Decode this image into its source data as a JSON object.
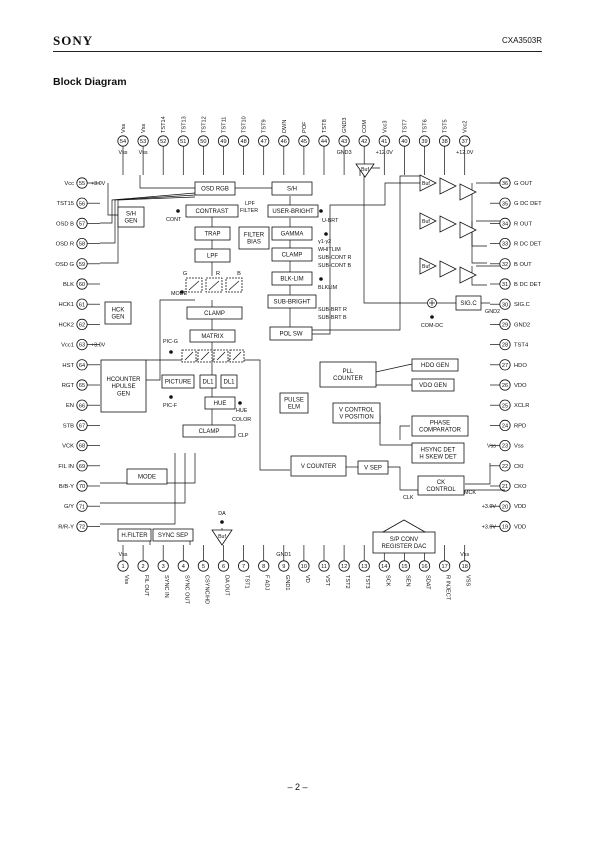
{
  "header": {
    "brand": "SONY",
    "part_number": "CXA3503R"
  },
  "page_title": "Block Diagram",
  "footer": {
    "page": "– 2 –"
  },
  "pins_top": [
    {
      "num": "54",
      "name": "Vss",
      "sub": "Vss"
    },
    {
      "num": "53",
      "name": "Vss",
      "sub": "Vss"
    },
    {
      "num": "52",
      "name": "TST14",
      "sub": ""
    },
    {
      "num": "51",
      "name": "TST13",
      "sub": ""
    },
    {
      "num": "50",
      "name": "TST12",
      "sub": ""
    },
    {
      "num": "49",
      "name": "TST11",
      "sub": ""
    },
    {
      "num": "48",
      "name": "TST10",
      "sub": ""
    },
    {
      "num": "47",
      "name": "TST9",
      "sub": ""
    },
    {
      "num": "46",
      "name": "DWN",
      "sub": ""
    },
    {
      "num": "45",
      "name": "POF",
      "sub": ""
    },
    {
      "num": "44",
      "name": "TST8",
      "sub": ""
    },
    {
      "num": "43",
      "name": "GND3",
      "sub": "GND3"
    },
    {
      "num": "42",
      "name": "COM",
      "sub": ""
    },
    {
      "num": "41",
      "name": "Vcc3",
      "sub": "+12.0V"
    },
    {
      "num": "40",
      "name": "TST7",
      "sub": ""
    },
    {
      "num": "39",
      "name": "TST6",
      "sub": ""
    },
    {
      "num": "38",
      "name": "TST5",
      "sub": ""
    },
    {
      "num": "37",
      "name": "Vcc2",
      "sub": "+12.0V"
    }
  ],
  "pins_left": [
    {
      "num": "55",
      "name": "Vcc",
      "extra": "+3.0V"
    },
    {
      "num": "56",
      "name": "TST15",
      "extra": ""
    },
    {
      "num": "57",
      "name": "OSD B",
      "extra": ""
    },
    {
      "num": "58",
      "name": "OSD R",
      "extra": ""
    },
    {
      "num": "59",
      "name": "OSD G",
      "extra": ""
    },
    {
      "num": "60",
      "name": "BLK",
      "extra": ""
    },
    {
      "num": "61",
      "name": "HCK1",
      "extra": ""
    },
    {
      "num": "62",
      "name": "HCK2",
      "extra": ""
    },
    {
      "num": "63",
      "name": "Vcc1",
      "extra": "+3.0V"
    },
    {
      "num": "64",
      "name": "HST",
      "extra": ""
    },
    {
      "num": "65",
      "name": "RGT",
      "extra": ""
    },
    {
      "num": "66",
      "name": "EN",
      "extra": ""
    },
    {
      "num": "67",
      "name": "STB",
      "extra": ""
    },
    {
      "num": "68",
      "name": "VCK",
      "extra": ""
    },
    {
      "num": "69",
      "name": "FIL IN",
      "extra": ""
    },
    {
      "num": "70",
      "name": "B/B-Y",
      "extra": ""
    },
    {
      "num": "71",
      "name": "G/Y",
      "extra": ""
    },
    {
      "num": "72",
      "name": "R/R-Y",
      "extra": ""
    }
  ],
  "pins_right": [
    {
      "num": "36",
      "name": "G OUT",
      "extra": ""
    },
    {
      "num": "35",
      "name": "G DC DET",
      "extra": ""
    },
    {
      "num": "34",
      "name": "R OUT",
      "extra": ""
    },
    {
      "num": "33",
      "name": "R DC DET",
      "extra": ""
    },
    {
      "num": "32",
      "name": "B OUT",
      "extra": ""
    },
    {
      "num": "31",
      "name": "B DC DET",
      "extra": ""
    },
    {
      "num": "30",
      "name": "SIG.C",
      "extra": ""
    },
    {
      "num": "29",
      "name": "GND2",
      "extra": ""
    },
    {
      "num": "28",
      "name": "TST4",
      "extra": ""
    },
    {
      "num": "27",
      "name": "HDO",
      "extra": ""
    },
    {
      "num": "26",
      "name": "VDO",
      "extra": ""
    },
    {
      "num": "25",
      "name": "XCLR",
      "extra": ""
    },
    {
      "num": "24",
      "name": "RPD",
      "extra": ""
    },
    {
      "num": "23",
      "name": "Vss",
      "extra": "Vss"
    },
    {
      "num": "22",
      "name": "CKI",
      "extra": ""
    },
    {
      "num": "21",
      "name": "CKO",
      "extra": ""
    },
    {
      "num": "20",
      "name": "VDD",
      "extra": "+3.0V"
    },
    {
      "num": "19",
      "name": "VDD",
      "extra": "+3.0V"
    }
  ],
  "pins_bottom": [
    {
      "num": "1",
      "name": "Vss",
      "sub": "Vss"
    },
    {
      "num": "2",
      "name": "FIL OUT",
      "sub": ""
    },
    {
      "num": "3",
      "name": "SYNC IN",
      "sub": ""
    },
    {
      "num": "4",
      "name": "SYNC OUT",
      "sub": ""
    },
    {
      "num": "5",
      "name": "CSYNC/HD",
      "sub": ""
    },
    {
      "num": "6",
      "name": "DA OUT",
      "sub": ""
    },
    {
      "num": "7",
      "name": "TST1",
      "sub": ""
    },
    {
      "num": "8",
      "name": "F ADJ",
      "sub": ""
    },
    {
      "num": "9",
      "name": "GND1",
      "sub": "GND1"
    },
    {
      "num": "10",
      "name": "VD",
      "sub": ""
    },
    {
      "num": "11",
      "name": "VST",
      "sub": ""
    },
    {
      "num": "12",
      "name": "TST2",
      "sub": ""
    },
    {
      "num": "13",
      "name": "TST3",
      "sub": ""
    },
    {
      "num": "14",
      "name": "SCK",
      "sub": ""
    },
    {
      "num": "15",
      "name": "SEN",
      "sub": ""
    },
    {
      "num": "16",
      "name": "SDAT",
      "sub": ""
    },
    {
      "num": "17",
      "name": "R INJECT",
      "sub": ""
    },
    {
      "num": "18",
      "name": "VSS",
      "sub": "Vss"
    }
  ],
  "blocks": {
    "osd_rgb": "OSD RGB",
    "sh_top": "S/H",
    "contrast": "CONTRAST",
    "user_bright": "USER-BRIGHT",
    "trap": "TRAP",
    "filter_bias_1": "FILTER",
    "filter_bias_2": "BIAS",
    "gamma": "GAMMA",
    "lpf": "LPF",
    "clamp_top": "CLAMP",
    "blk_lim": "BLK-LIM",
    "sub_bright": "SUB-BRIGHT",
    "pol_sw": "POL SW",
    "sh_gen_1": "S/H",
    "sh_gen_2": "GEN",
    "hck_gen_1": "HCK",
    "hck_gen_2": "GEN",
    "clamp_mid": "CLAMP",
    "matrix": "MATRIX",
    "picture": "PICTURE",
    "dl1a": "DL1",
    "dl1b": "DL1",
    "hue": "HUE",
    "clamp_low": "CLAMP",
    "hcounter_1": "HCOUNTER",
    "hcounter_2": "HPULSE",
    "hcounter_3": "GEN",
    "mode": "MODE",
    "pll_1": "PLL",
    "pll_2": "COUNTER",
    "hdo_gen": "HDO GEN",
    "vdo_gen": "VDO GEN",
    "pulse_elm_1": "PULSE",
    "pulse_elm_2": "ELM",
    "vcontrol_1": "V CONTROL",
    "vcontrol_2": "V POSITION",
    "phase_1": "PHASE",
    "phase_2": "COMPARATOR",
    "hsync_1": "HSYNC DET",
    "hsync_2": "H SKEW DET",
    "vcounter": "V COUNTER",
    "vsep": "V SEP",
    "ckc_1": "CK",
    "ckc_2": "CONTROL",
    "sigc": "SIG.C",
    "hfilter": "H.FILTER",
    "syncsep": "SYNC SEP",
    "sp_1": "S/P CONV",
    "sp_2": "REGISTER DAC",
    "buf_top": "Buf",
    "buf_bot": "Buf",
    "buf_out": "Buf"
  },
  "labels": {
    "cont": "CONT",
    "lpf_filter_1": "LPF",
    "lpf_filter_2": "FILTER",
    "u_brt": "U-BRT",
    "gam_1": "γ1·γ2",
    "gam_2": "WHITLIM",
    "gam_3": "SUB-CONT R",
    "gam_4": "SUB-CONT B",
    "blklim": "BLKLIM",
    "sbr_1": "SUB-BRT R",
    "sbr_2": "SUB-BRT B",
    "mode": "MODE",
    "g": "G",
    "r": "R",
    "b": "B",
    "pic_g": "PIC-G",
    "pic_f": "PIC-F",
    "hue_1": "HUE",
    "hue_2": "COLOR",
    "clp": "CLP",
    "com_dc": "COM-DC",
    "gnd2": "GND2",
    "clk": "CLK",
    "mck": "MCK",
    "da": "DA"
  },
  "colors": {
    "line": "#111111",
    "bg": "#ffffff"
  }
}
